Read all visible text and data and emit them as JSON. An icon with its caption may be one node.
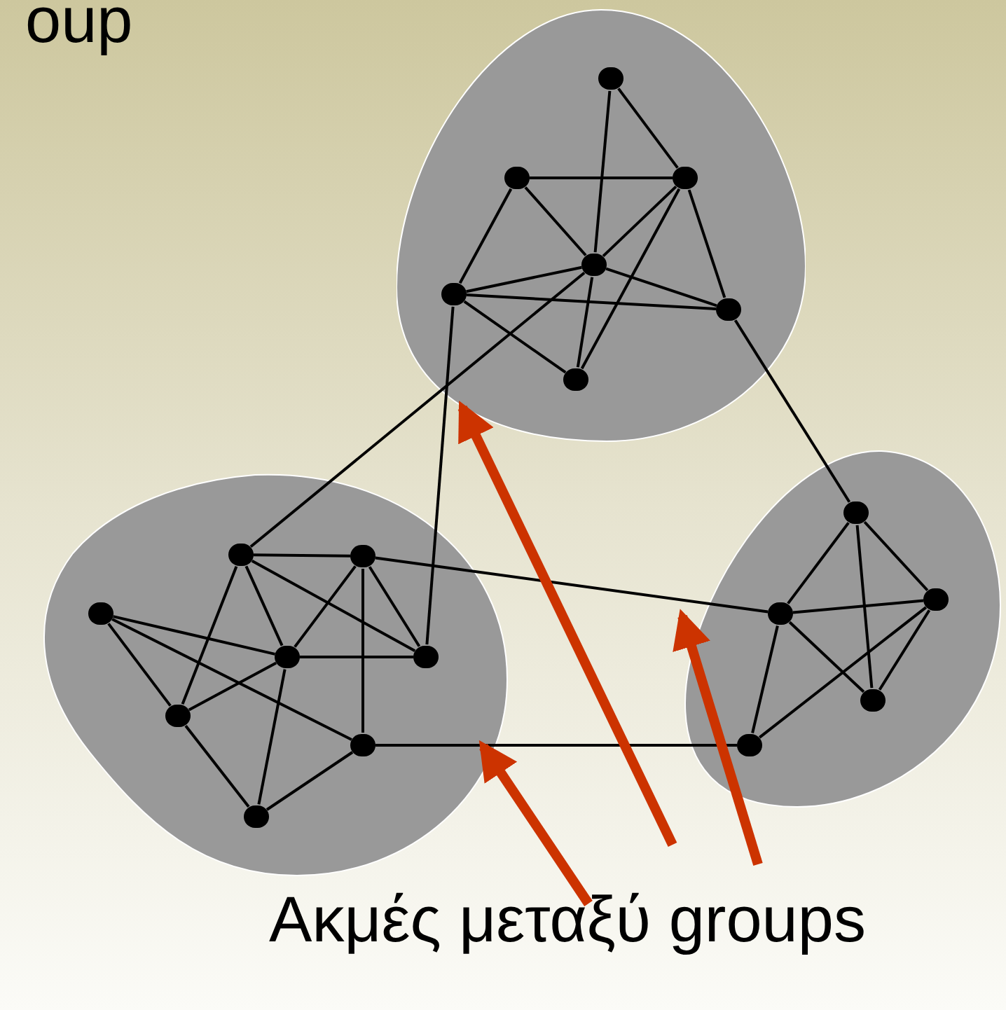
{
  "diagram": {
    "nodes": [
      {
        "text": [],
        "shape": "blob"
      },
      {
        "text": [],
        "shape": "circle",
        "in": 0
      },
      {
        "text": [],
        "shape": "circle",
        "in": 0
      },
      {
        "text": [],
        "shape": "circle",
        "in": 0
      },
      {
        "text": [],
        "shape": "circle",
        "in": 0
      },
      {
        "text": [],
        "shape": "circle",
        "in": 0
      },
      {
        "text": [],
        "shape": "circle",
        "in": 0
      },
      {
        "text": [],
        "shape": "circle",
        "in": 0
      },
      {
        "text": [],
        "shape": "blob"
      },
      {
        "text": [],
        "shape": "circle",
        "in": 8
      },
      {
        "text": [],
        "shape": "circle",
        "in": 8
      },
      {
        "text": [],
        "shape": "circle",
        "in": 8
      },
      {
        "text": [],
        "shape": "circle",
        "in": 8
      },
      {
        "text": [],
        "shape": "circle",
        "in": 8
      },
      {
        "text": [],
        "shape": "circle",
        "in": 8
      },
      {
        "text": [],
        "shape": "circle",
        "in": 8
      },
      {
        "text": [],
        "shape": "circle",
        "in": 8
      },
      {
        "text": [],
        "shape": "blob"
      },
      {
        "text": [],
        "shape": "circle",
        "in": 17
      },
      {
        "text": [],
        "shape": "circle",
        "in": 17
      },
      {
        "text": [],
        "shape": "circle",
        "in": 17
      },
      {
        "text": [],
        "shape": "circle",
        "in": 17
      },
      {
        "text": [],
        "shape": "circle",
        "in": 17
      },
      {
        "text": [
          "Ακμές μεταξύ groups"
        ]
      }
    ],
    "edges": [
      {
        "from": 1,
        "to": 4,
        "arrow": "none"
      },
      {
        "from": 1,
        "to": 3,
        "arrow": "none"
      },
      {
        "from": 2,
        "to": 3,
        "arrow": "none"
      },
      {
        "from": 2,
        "to": 4,
        "arrow": "none"
      },
      {
        "from": 2,
        "to": 5,
        "arrow": "none"
      },
      {
        "from": 3,
        "to": 4,
        "arrow": "none"
      },
      {
        "from": 3,
        "to": 7,
        "arrow": "none"
      },
      {
        "from": 3,
        "to": 6,
        "arrow": "none"
      },
      {
        "from": 4,
        "to": 5,
        "arrow": "none"
      },
      {
        "from": 4,
        "to": 6,
        "arrow": "none"
      },
      {
        "from": 4,
        "to": 7,
        "arrow": "none"
      },
      {
        "from": 5,
        "to": 6,
        "arrow": "none"
      },
      {
        "from": 5,
        "to": 7,
        "arrow": "none"
      },
      {
        "from": 4,
        "to": 9,
        "arrow": "none"
      },
      {
        "from": 5,
        "to": 13,
        "arrow": "none"
      },
      {
        "from": 6,
        "to": 18,
        "arrow": "none"
      },
      {
        "from": 9,
        "to": 10,
        "arrow": "none"
      },
      {
        "from": 9,
        "to": 12,
        "arrow": "none"
      },
      {
        "from": 9,
        "to": 14,
        "arrow": "none"
      },
      {
        "from": 9,
        "to": 13,
        "arrow": "none"
      },
      {
        "from": 10,
        "to": 12,
        "arrow": "none"
      },
      {
        "from": 10,
        "to": 15,
        "arrow": "none"
      },
      {
        "from": 10,
        "to": 13,
        "arrow": "none"
      },
      {
        "from": 11,
        "to": 12,
        "arrow": "none"
      },
      {
        "from": 11,
        "to": 15,
        "arrow": "none"
      },
      {
        "from": 11,
        "to": 14,
        "arrow": "none"
      },
      {
        "from": 12,
        "to": 13,
        "arrow": "none"
      },
      {
        "from": 12,
        "to": 14,
        "arrow": "none"
      },
      {
        "from": 12,
        "to": 16,
        "arrow": "none"
      },
      {
        "from": 14,
        "to": 16,
        "arrow": "none"
      },
      {
        "from": 15,
        "to": 16,
        "arrow": "none"
      },
      {
        "from": 10,
        "to": 19,
        "arrow": "none"
      },
      {
        "from": 15,
        "to": 22,
        "arrow": "none"
      },
      {
        "from": 18,
        "to": 19,
        "arrow": "none"
      },
      {
        "from": 18,
        "to": 20,
        "arrow": "none"
      },
      {
        "from": 18,
        "to": 21,
        "arrow": "none"
      },
      {
        "from": 19,
        "to": 20,
        "arrow": "none"
      },
      {
        "from": 19,
        "to": 21,
        "arrow": "none"
      },
      {
        "from": 19,
        "to": 22,
        "arrow": "none"
      },
      {
        "from": 20,
        "to": 21,
        "arrow": "none"
      },
      {
        "from": 20,
        "to": 22,
        "arrow": "none"
      },
      {
        "from": 23,
        "to": 8,
        "arrow": "to",
        "style": "thick",
        "color": "#cc3300"
      },
      {
        "from": 23,
        "to": 0,
        "arrow": "to",
        "style": "thick",
        "color": "#cc3300"
      },
      {
        "from": 23,
        "to": 17,
        "arrow": "to",
        "style": "thick",
        "color": "#cc3300"
      }
    ],
    "labels": [
      "oup"
    ]
  }
}
